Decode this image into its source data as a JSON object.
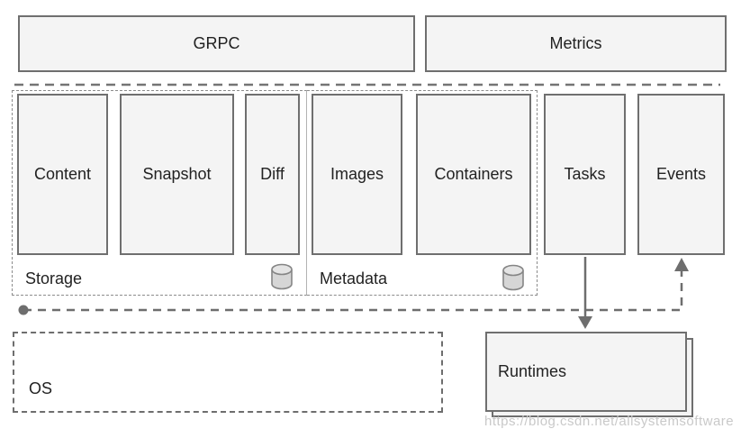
{
  "diagram": {
    "api_layer": {
      "grpc": "GRPC",
      "metrics": "Metrics"
    },
    "services": {
      "content": "Content",
      "snapshot": "Snapshot",
      "diff": "Diff",
      "images": "Images",
      "containers": "Containers",
      "tasks": "Tasks",
      "events": "Events"
    },
    "groups": {
      "storage": "Storage",
      "metadata": "Metadata"
    },
    "platform": {
      "os": "OS",
      "runtimes": "Runtimes"
    },
    "icons": {
      "storage_db": "database-icon",
      "metadata_db": "database-icon"
    },
    "edges": [
      {
        "from": "Tasks",
        "to": "Runtimes",
        "style": "solid-arrow"
      },
      {
        "from": "event-bus-line",
        "to": "Events",
        "style": "dashed-arrow"
      },
      {
        "from": "api-layer",
        "to": "services",
        "style": "dashed-separator"
      }
    ],
    "watermark": "https://blog.csdn.net/allsystemsoftware",
    "colors": {
      "node_fill": "#f4f4f4",
      "node_border": "#6f6f6f",
      "dash": "#757575",
      "dash_fine": "#8c8c8c",
      "text": "#222222",
      "cylinder_fill": "#d6d6d6",
      "watermark": "#c9c9c9",
      "bg": "#ffffff"
    }
  }
}
